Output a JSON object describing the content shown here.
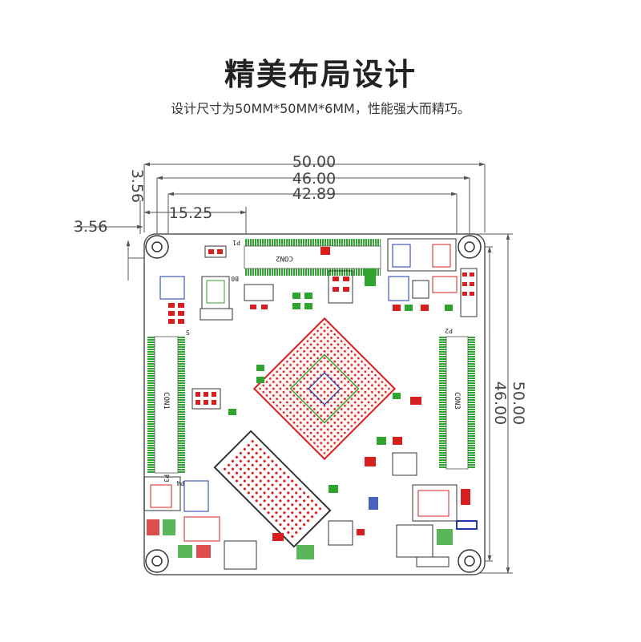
{
  "header": {
    "title": "精美布局设计",
    "subtitle": "设计尺寸为50MM*50MM*6MM，性能强大而精巧。"
  },
  "dimensions": {
    "width_outer": "50.00",
    "width_holes": "46.00",
    "width_inner": "42.89",
    "offset_x": "15.25",
    "offset_left": "3.56",
    "offset_top": "3.56",
    "height_outer": "50.00",
    "height_holes": "46.00"
  },
  "connectors": {
    "con1": "CON1",
    "con2": "CON2",
    "con3": "CON3"
  },
  "pin_labels": {
    "p1": "P1",
    "p2": "P2",
    "p3": "P3",
    "p4": "P4",
    "p5": "S",
    "p6": "B0"
  },
  "colors": {
    "board_outline": "#555555",
    "connector_green": "#2fa52f",
    "pad_red": "#d62020",
    "via_blue": "#1a3aa8",
    "dimension_line": "#555555"
  }
}
